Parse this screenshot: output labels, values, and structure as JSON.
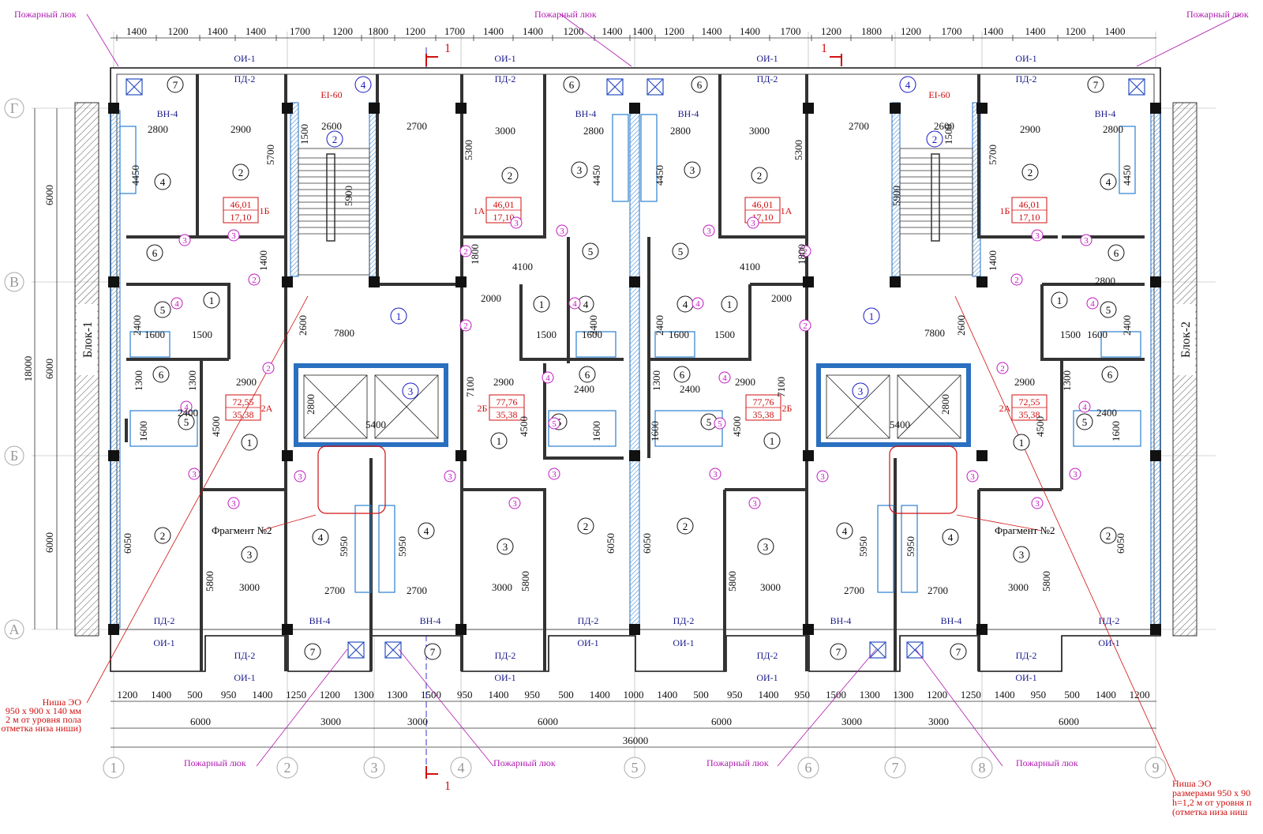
{
  "top_dims": [
    "1400",
    "1200",
    "1400",
    "1400",
    "1700",
    "1200",
    "1800",
    "1200",
    "1700",
    "1400",
    "1400",
    "1200",
    "1400",
    "1400",
    "1200",
    "1400",
    "1400",
    "1700",
    "1200",
    "1800",
    "1200",
    "1700",
    "1400",
    "1400",
    "1200",
    "1400"
  ],
  "bottom_dims": [
    "1200",
    "1400",
    "500",
    "950",
    "1400",
    "1250",
    "1200",
    "1300",
    "1300",
    "1500",
    "950",
    "1400",
    "950",
    "500",
    "1400",
    "1000",
    "1400",
    "500",
    "950",
    "1400",
    "950",
    "1500",
    "1300",
    "1300",
    "1200",
    "1250",
    "1400",
    "950",
    "500",
    "1400",
    "1200"
  ],
  "bottom_mid_dims": [
    "6000",
    "3000",
    "3000",
    "6000",
    "6000",
    "3000",
    "3000",
    "6000"
  ],
  "bottom_total": "36000",
  "left_dims": [
    "6000",
    "6000",
    "6000"
  ],
  "left_total": "18000",
  "row_axes": [
    "Г",
    "В",
    "Б",
    "А"
  ],
  "col_axes": [
    "1",
    "2",
    "3",
    "4",
    "5",
    "6",
    "7",
    "8",
    "9"
  ],
  "block_left": "Блок-1",
  "block_right": "Блок-2",
  "fire_hatch": "Пожарный люк",
  "fragment": "Фрагмент №2",
  "niche_left": [
    "Ниша  ЭО",
    "950 х 900 х 140 мм",
    "2 м от уровня пола",
    "отметка низа ниши)"
  ],
  "niche_right": [
    "Ниша  ЭО",
    "размерами  950 х 90",
    "h=1,2 м от уровня п",
    "(отметка низа ниш"
  ],
  "section_mark": "1",
  "door_labels": {
    "oi": "ОИ-1",
    "pd": "ПД-2",
    "vn": "ВН-4",
    "ei": "EI-60"
  },
  "apt_areas": [
    {
      "a": "46,01",
      "b": "17,10",
      "t": "1Б"
    },
    {
      "a": "46,01",
      "b": "17,10",
      "t": "1А"
    },
    {
      "a": "46,01",
      "b": "17,10",
      "t": "1А"
    },
    {
      "a": "46,01",
      "b": "17,10",
      "t": "1Б"
    },
    {
      "a": "72,55",
      "b": "35,38",
      "t": "2А"
    },
    {
      "a": "77,76",
      "b": "35,38",
      "t": "2Б"
    },
    {
      "a": "77,76",
      "b": "35,38",
      "t": "2Б"
    },
    {
      "a": "72,55",
      "b": "35,38",
      "t": "2А"
    }
  ],
  "inner_dims": [
    "2800",
    "2900",
    "2600",
    "2700",
    "3000",
    "2800",
    "4450",
    "5700",
    "1500",
    "5900",
    "5300",
    "4100",
    "1800",
    "1400",
    "7800",
    "2600",
    "2000",
    "1500",
    "1600",
    "2400",
    "1300",
    "2900",
    "7100",
    "2800",
    "5400",
    "4500",
    "6050",
    "5800",
    "3000",
    "2700",
    "5950",
    "1600"
  ]
}
